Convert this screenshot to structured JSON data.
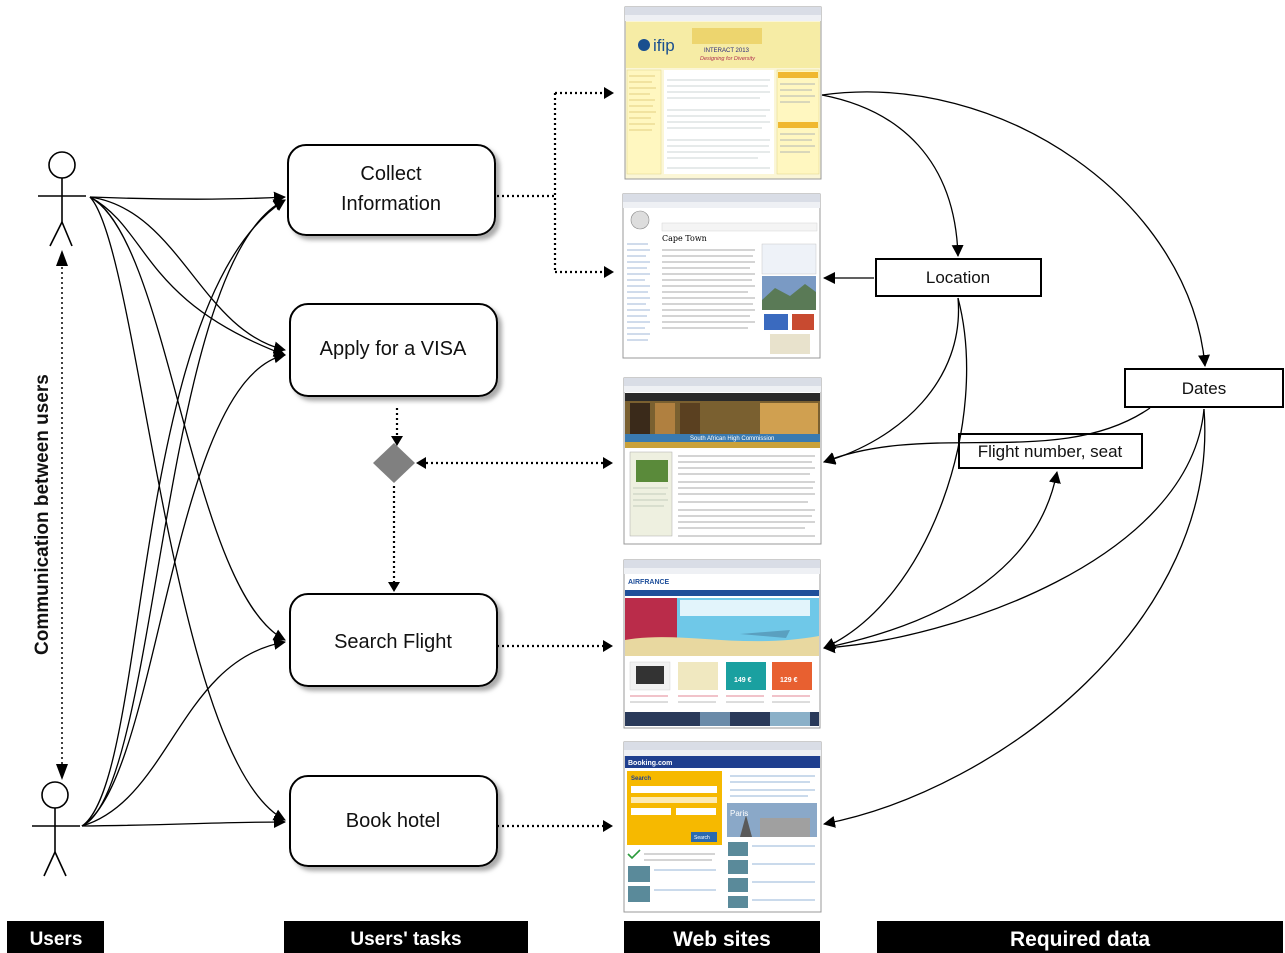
{
  "tasks": {
    "collect_line1": "Collect",
    "collect_line2": "Information",
    "visa": "Apply for a VISA",
    "flight": "Search Flight",
    "hotel": "Book hotel"
  },
  "required_data": {
    "location": "Location",
    "dates": "Dates",
    "flight_seat": "Flight number, seat"
  },
  "communication_label": "Communication between users",
  "footer": {
    "users": "Users",
    "tasks": "Users' tasks",
    "websites": "Web sites",
    "required": "Required data"
  },
  "screenshots": {
    "ifip": {
      "logo": "ifip",
      "banner_line1": "INTERACT 2013",
      "banner_line2": "Designing for Diversity"
    },
    "wiki": {
      "title": "Cape Town"
    },
    "visa_site": {
      "title": "South African High Commission"
    },
    "airfrance": {
      "logo": "AIRFRANCE",
      "price1": "149 €",
      "price2": "129 €"
    },
    "booking": {
      "logo": "Booking.com",
      "search": "Search",
      "city": "Paris",
      "button": "Search"
    }
  },
  "colors": {
    "box_fill": "#ffffff",
    "diamond": "#808080",
    "footer_bg": "#000000",
    "ifip_bg": "#f6eca5",
    "airfrance_blue": "#1f4f9a",
    "booking_blue": "#1f3f8f",
    "booking_yellow": "#f6b900"
  },
  "icons": [
    "actor-icon",
    "arrowhead-icon",
    "decision-diamond-icon"
  ]
}
